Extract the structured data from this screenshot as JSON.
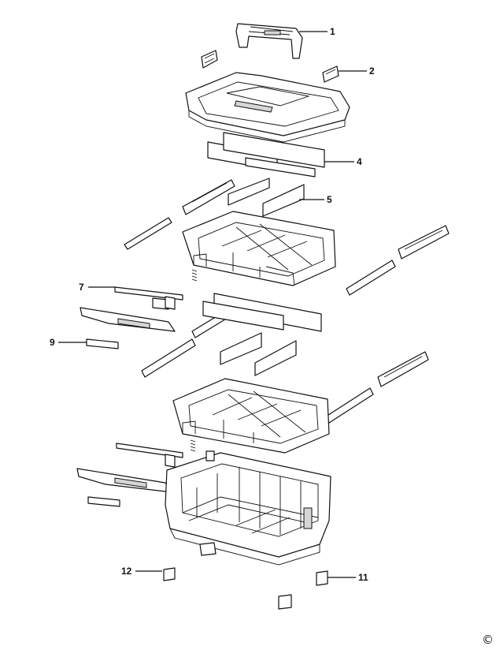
{
  "callouts": {
    "c1": "1",
    "c2": "2",
    "c4": "4",
    "c5": "5",
    "c7": "7",
    "c9": "9",
    "c11": "11",
    "c12": "12"
  },
  "copyright_symbol": "©"
}
